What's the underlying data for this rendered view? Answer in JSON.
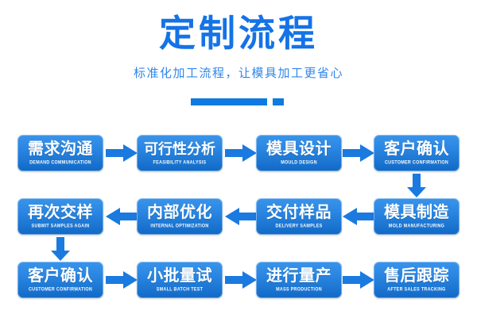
{
  "header": {
    "title": "定制流程",
    "subtitle": "标准化加工流程，让模具加工更省心",
    "accent_color": "#1473e6",
    "subtitle_color": "#2f86e8",
    "divider_color": "#0f7ae0"
  },
  "theme": {
    "box_gradient_top": "#3a94ea",
    "box_gradient_bottom": "#1169c6",
    "arrow_color": "#1a7ae0",
    "text_color": "#ffffff",
    "background": "#ffffff"
  },
  "flow": {
    "rows": [
      {
        "direction": "left-to-right",
        "steps": [
          {
            "cn": "需求沟通",
            "en": "DEMAND COMMUNICATION"
          },
          {
            "cn": "可行性分析",
            "en": "FEASIBILITY ANALYSIS"
          },
          {
            "cn": "模具设计",
            "en": "MOULD DESIGN"
          },
          {
            "cn": "客户确认",
            "en": "CUSTOMER CONFIRMATION"
          }
        ]
      },
      {
        "direction": "right-to-left",
        "steps": [
          {
            "cn": "再次交样",
            "en": "SUBMIT SAMPLES AGAIN"
          },
          {
            "cn": "内部优化",
            "en": "INTERNAL OPTIMIZATION"
          },
          {
            "cn": "交付样品",
            "en": "DELIVERY SAMPLES"
          },
          {
            "cn": "模具制造",
            "en": "MOLD MANUFACTURING"
          }
        ]
      },
      {
        "direction": "left-to-right",
        "steps": [
          {
            "cn": "客户确认",
            "en": "CUSTOMER CONFIRMATION"
          },
          {
            "cn": "小批量试",
            "en": "SMALL BATCH TEST"
          },
          {
            "cn": "进行量产",
            "en": "MASS PRODUCTION"
          },
          {
            "cn": "售后跟踪",
            "en": "AFTER SALES TRACKING"
          }
        ]
      }
    ],
    "connectors": {
      "row1_to_row2": "arrow-down-right-column",
      "row2_to_row3": "arrow-down-left-column"
    }
  }
}
